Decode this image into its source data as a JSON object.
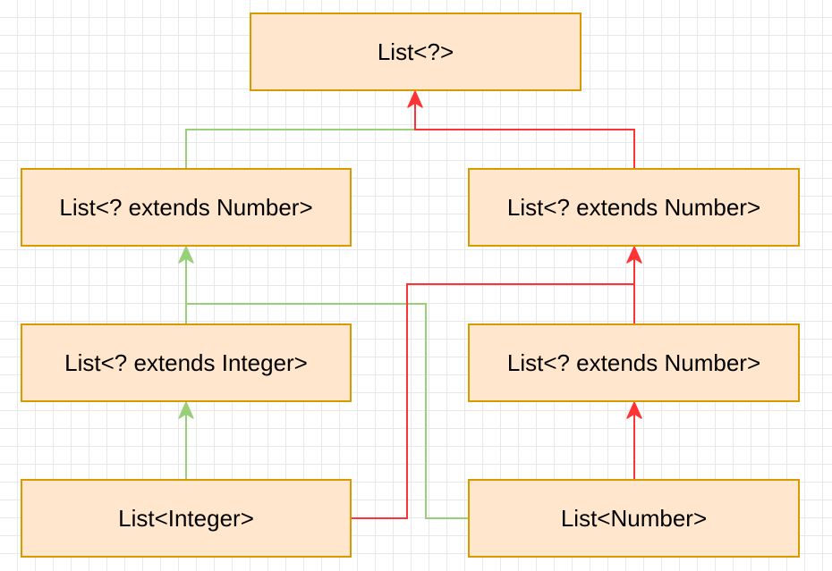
{
  "colors": {
    "node_fill": "#ffe6cc",
    "node_border": "#d79b00",
    "green_edge": "#97d077",
    "red_edge": "#ff3333",
    "grid": "#e8e8e8"
  },
  "nodes": {
    "list_wildcard": "List<?>",
    "left_extends_number": "List<? extends Number>",
    "right_extends_number": "List<? extends Number>",
    "extends_integer": "List<? extends Integer>",
    "right_extends_number_2": "List<? extends Number>",
    "list_integer": "List<Integer>",
    "list_number": "List<Number>"
  },
  "edges": [
    {
      "from": "left_extends_number",
      "to": "list_wildcard",
      "color": "green"
    },
    {
      "from": "right_extends_number",
      "to": "list_wildcard",
      "color": "red"
    },
    {
      "from": "extends_integer",
      "to": "left_extends_number",
      "color": "green"
    },
    {
      "from": "list_number",
      "to": "left_extends_number",
      "color": "green"
    },
    {
      "from": "list_integer",
      "to": "extends_integer",
      "color": "green"
    },
    {
      "from": "right_extends_number_2",
      "to": "right_extends_number",
      "color": "red"
    },
    {
      "from": "list_integer",
      "to": "right_extends_number",
      "color": "red"
    },
    {
      "from": "list_number",
      "to": "right_extends_number_2",
      "color": "red"
    }
  ]
}
